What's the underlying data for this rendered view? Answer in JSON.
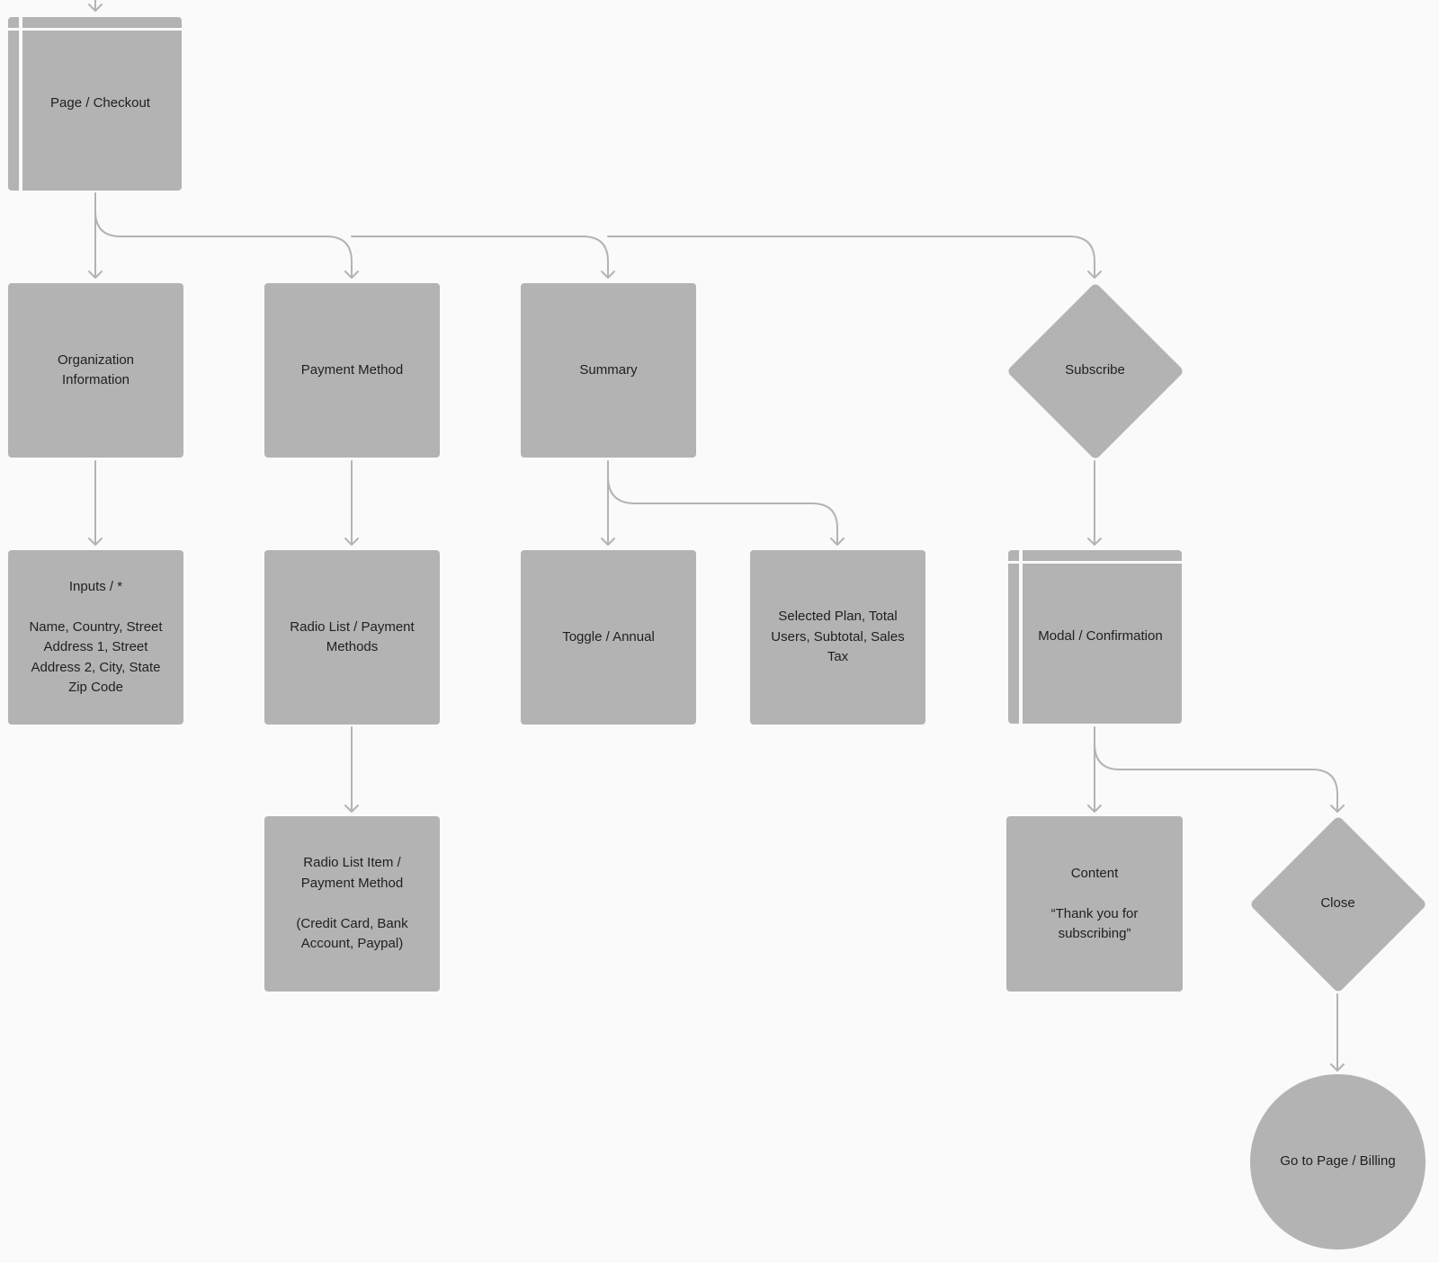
{
  "nodes": {
    "page_checkout": "Page / Checkout",
    "org_info": "Organization\nInformation",
    "payment_method": "Payment Method",
    "summary": "Summary",
    "subscribe": "Subscribe",
    "inputs": "Inputs / *\n\nName, Country, Street Address 1, Street Address 2, City, State Zip Code",
    "radio_list": "Radio List / Payment Methods",
    "toggle_annual": "Toggle / Annual",
    "selected_plan": "Selected Plan, Total Users, Subtotal, Sales Tax",
    "modal_confirmation": "Modal / Confirmation",
    "radio_list_item": "Radio List Item / Payment Method\n\n(Credit Card, Bank Account, Paypal)",
    "content": "Content\n\n“Thank you for subscribing”",
    "close": "Close",
    "go_to_billing": "Go to Page / Billing"
  },
  "colors": {
    "background": "#fafafa",
    "node_fill": "#b3b3b3",
    "connector": "#b3b3b3",
    "text": "#1f1f1f"
  }
}
